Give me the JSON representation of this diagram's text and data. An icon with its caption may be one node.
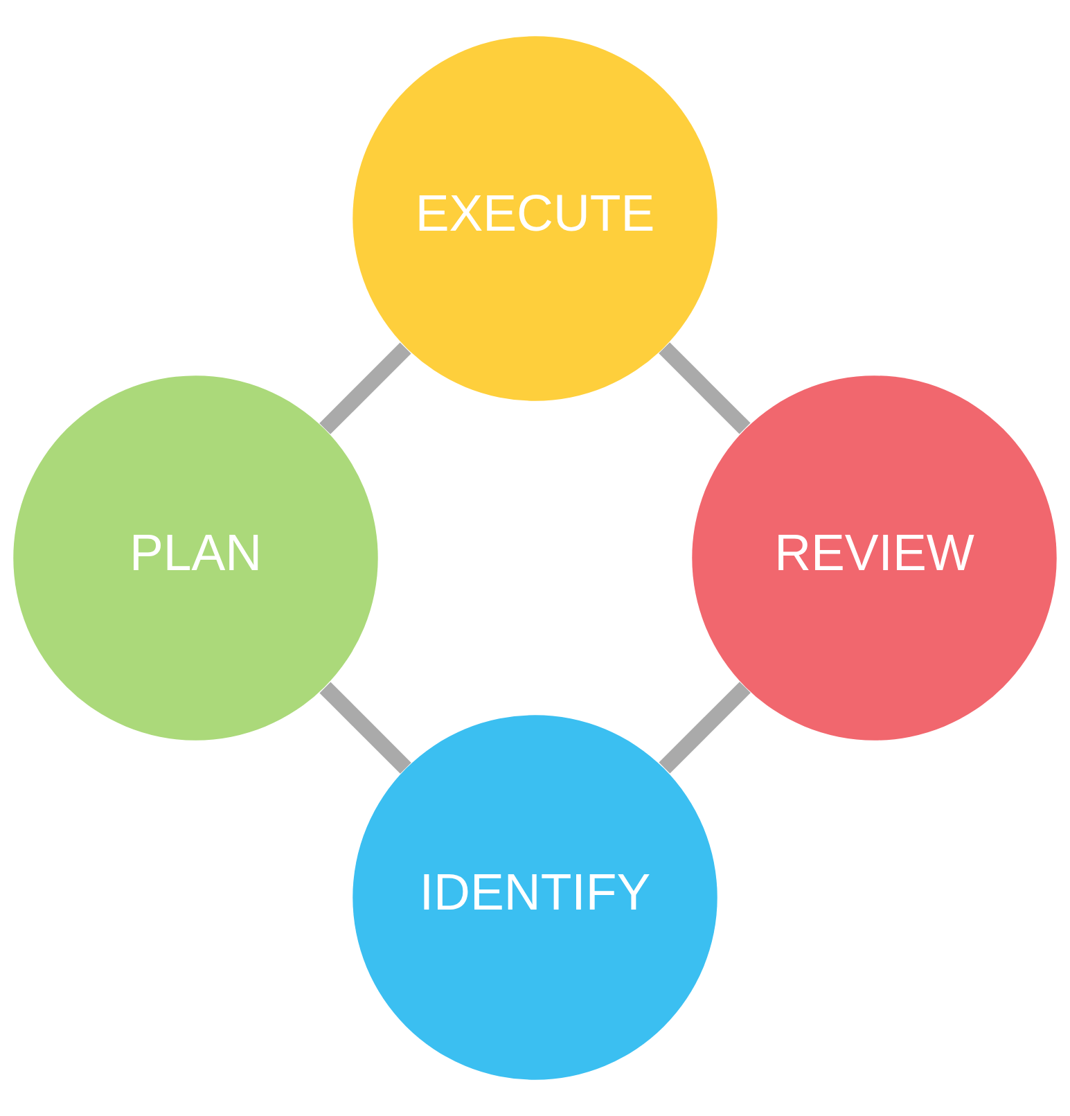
{
  "diagram": {
    "nodes": [
      {
        "text": [
          "IDENTIFY"
        ]
      },
      {
        "text": [
          "PLAN"
        ]
      },
      {
        "text": [
          "EXECUTE"
        ]
      },
      {
        "text": [
          "REVIEW"
        ]
      }
    ],
    "edges": [
      {
        "from": 0,
        "to": 1,
        "arrow": "none"
      },
      {
        "from": 1,
        "to": 2,
        "arrow": "none"
      },
      {
        "from": 2,
        "to": 3,
        "arrow": "none"
      },
      {
        "from": 3,
        "to": 0,
        "arrow": "none"
      }
    ]
  }
}
